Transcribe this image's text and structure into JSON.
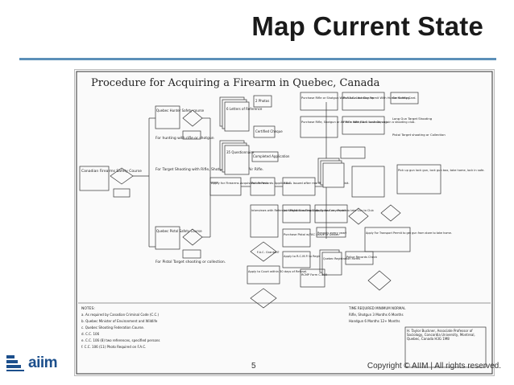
{
  "slide": {
    "title": "Map Current State",
    "page_number": "5",
    "copyright": "Copyright © AIIM  | All rights reserved."
  },
  "logo": {
    "text": "aiim"
  },
  "diagram": {
    "title": "Procedure for Acquiring a Firearm in Quebec, Canada",
    "boxes": {
      "hunting": "For hunting with rifle or shotgun",
      "hunter_course": "Quebec Hunter Safety course",
      "canadian_course": "Canadian Firearms Safety Course",
      "target_shooting": "For Target Shooting with Rifle, Shotgun or Olympic Air Rifle.",
      "pistol_course": "Quebec Pistol Safety Course",
      "pistol_target": "For Pistol Target shooting or collection.",
      "letters": "6 Letters of Reference",
      "photos": "2 Photos",
      "cheque": "Certified Cheque",
      "questionnaire": "35 Questionnaire",
      "completed_app": "Completed Application",
      "apply_fac": "Apply for Firearms Acquisition Permit",
      "police_app": "Police Records Application",
      "fac_issued": "F.A.C. Issued after mandatory 28 Day Wait.",
      "interviews": "Interviews with Referees Neighbours Employer Spouse as required",
      "fac_granted": "F.A.C. Granted?",
      "apply_court": "Apply to Court within 30 days of Refusal.",
      "purchase_rifle": "Purchase Rifle or Shotgun With F.A.C. Lock Gun up.",
      "purchase_air": "Purchase Rifle, Shotgun or Air Rifle With F.A.C. Lock Gun up.",
      "hunting_permit": "Purchase Hunting Permit With Hunter Safety Card.",
      "find_place": "Find a safe place to shoot, or join a shooting club.",
      "go_hunting": "Go Hunting",
      "join_club": "Join Pistol Shooting Club.",
      "purchase_pistol": "Purchase Pistol w/FAC Leave at Dealer.",
      "apply_rcmp": "Apply to R.C.M.P. to Register Pistol",
      "carry_permit": "Apply for Carry Permit to take Gun to Club",
      "transport_permit": "Apply For Transport Permit to get gun from store to take home.",
      "pick_up": "Pick up gun lock gun, lock gun box, take home, lock in safe.",
      "pistol_target_right": "Pistol Target shooting or Collection",
      "long_gun": "Long Gun Target Shooting",
      "rcmp_form": "RCMP Form C-300",
      "registration": "Quebec Registration Forms",
      "police_check": "Police Records Check",
      "reapply": "Reapply every year!"
    },
    "notes_heading": "NOTES:",
    "notes": [
      "a. As required by Canadian Criminal Code (C.C.)",
      "b. Quebec Minister of Environment and Wildlife",
      "c. Quebec Shooting Federation Course.",
      "d. C.C. 106",
      "e. C.C. 106 (8) two references, specified persons",
      "f. C.C. 106 (11) Photo Required on F.A.C."
    ],
    "time_heading": "TIME REQUIRED   MINIMUM   NORMAL",
    "time_rows": [
      "Rifle, Shotgun   3 Months  6 Months",
      "Handgun          6 Months  12+ Months"
    ],
    "author": "H. Taylor Buckner, Associate Professor of Sociology, Concordia University, Montreal, Quebec, Canada H3G 1M8"
  }
}
